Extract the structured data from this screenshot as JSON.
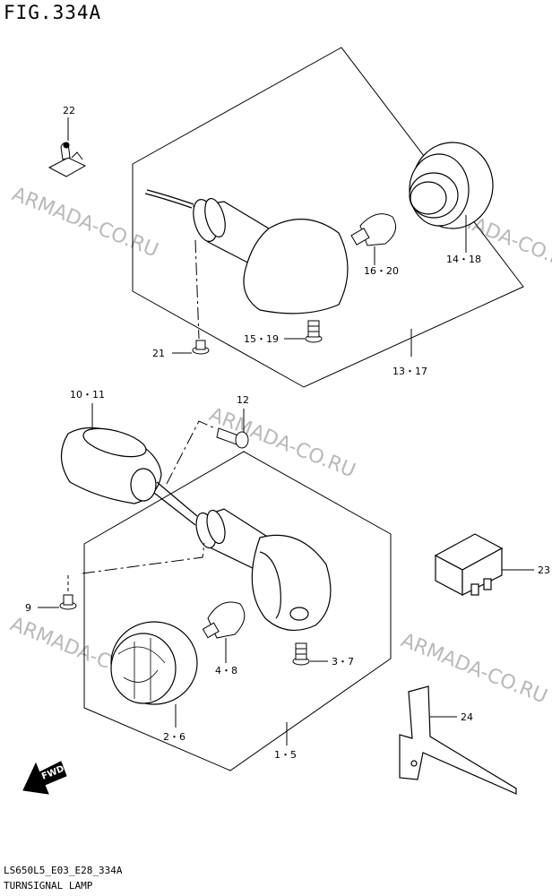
{
  "figure": {
    "title": "FIG.334A",
    "code": "LS650L5_E03_E28_334A",
    "name": "TURNSIGNAL LAMP"
  },
  "watermark": "ARMADA-CO.RU",
  "fwd_label": "FWD",
  "callouts": {
    "c22": "22",
    "c16_20": "16・20",
    "c14_18": "14・18",
    "c21": "21",
    "c15_19": "15・19",
    "c13_17": "13・17",
    "c10_11": "10・11",
    "c12": "12",
    "c23": "23",
    "c9": "9",
    "c4_8": "4・8",
    "c3_7": "3・7",
    "c24": "24",
    "c2_6": "2・6",
    "c1_5": "1・5"
  }
}
